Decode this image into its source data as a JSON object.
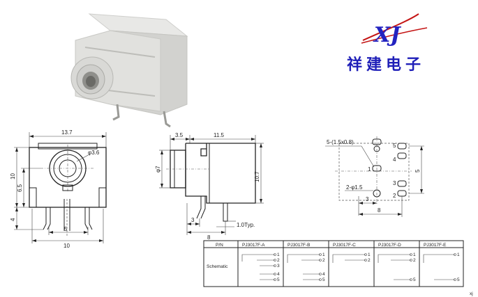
{
  "brand": {
    "logo": "XJ",
    "name": "祥建电子"
  },
  "front_view": {
    "dims": {
      "width_top": "13.7",
      "hole_dia": "φ3.6",
      "height_total": "10",
      "height_center": "6.5",
      "lead_len": "4",
      "pin_spacing": "5",
      "bottom_width": "10"
    }
  },
  "side_view": {
    "dims": {
      "front_len": "3.5",
      "body_len": "11.5",
      "dia": "φ7",
      "height": "10.7",
      "pin_offset": "3",
      "pin_pitch": "8",
      "pin_thickness": "1.0Typ."
    }
  },
  "footprint": {
    "dims": {
      "holes": "5-(1.5x0.8)",
      "height": "5",
      "mount": "2-φ1.5",
      "offset": "3",
      "width": "8"
    },
    "pin_labels": [
      "5",
      "4",
      "1",
      "3",
      "2"
    ]
  },
  "table": {
    "header_pn": "P/N",
    "header_schematic": "Schematic",
    "models": [
      "PJ3017F-A",
      "PJ3017F-B",
      "PJ3017F-C",
      "PJ3017F-D",
      "PJ3017F-E"
    ],
    "model_pins": [
      [
        "1",
        "2",
        "3",
        "4",
        "5"
      ],
      [
        "1",
        "2",
        "4",
        "5"
      ],
      [
        "1",
        "2"
      ],
      [
        "1",
        "2",
        "5"
      ],
      [
        "1",
        "5"
      ]
    ]
  },
  "corner_mark": "xj"
}
